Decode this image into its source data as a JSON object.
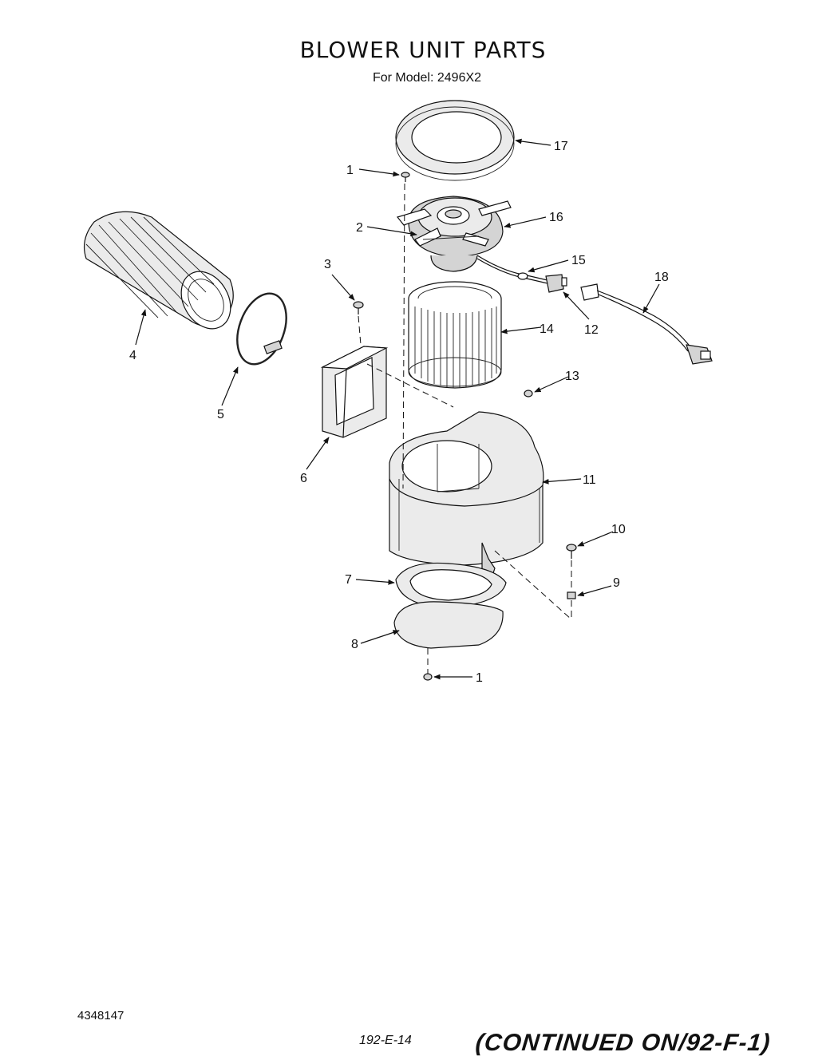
{
  "page": {
    "title": "BLOWER UNIT PARTS",
    "subtitle": "For Model: 2496X2",
    "document_number": "4348147",
    "handwritten_ref": "192-E-14",
    "continued_note": "(CONTINUED ON/92-F-1)"
  },
  "callouts": {
    "p1a": "1",
    "p1b": "1",
    "p2": "2",
    "p3": "3",
    "p4": "4",
    "p5": "5",
    "p6": "6",
    "p7": "7",
    "p8": "8",
    "p9": "9",
    "p10": "10",
    "p11": "11",
    "p12": "12",
    "p13": "13",
    "p14": "14",
    "p15": "15",
    "p16": "16",
    "p17": "17",
    "p18": "18"
  }
}
